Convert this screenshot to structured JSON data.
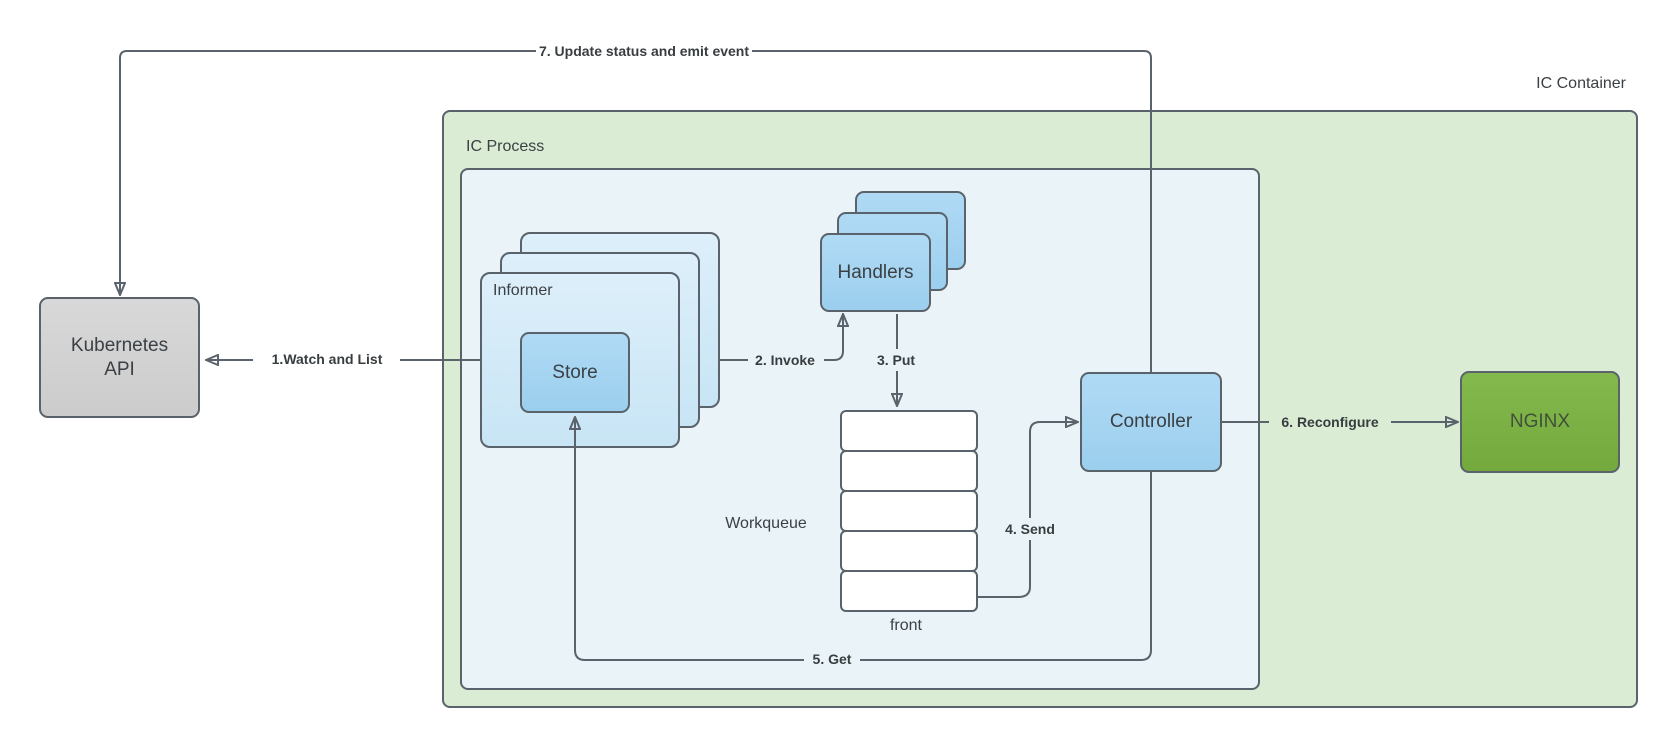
{
  "diagram": {
    "title_context": "Ingress Controller architecture",
    "nodes": {
      "kubernetes_api": {
        "label": "Kubernetes API"
      },
      "ic_container": {
        "label": "IC Container"
      },
      "ic_process": {
        "label": "IC Process"
      },
      "informer": {
        "label": "Informer",
        "stacked_copies": 3
      },
      "store": {
        "label": "Store"
      },
      "handlers": {
        "label": "Handlers",
        "stacked_copies": 3
      },
      "workqueue": {
        "label": "Workqueue",
        "front_label": "front",
        "slots": 5
      },
      "controller": {
        "label": "Controller"
      },
      "nginx": {
        "label": "NGINX"
      }
    },
    "arrows": [
      {
        "id": 1,
        "label": "1.Watch and List",
        "from": "Informer",
        "to": "Kubernetes API"
      },
      {
        "id": 2,
        "label": "2. Invoke",
        "from": "Informer",
        "to": "Handlers"
      },
      {
        "id": 3,
        "label": "3. Put",
        "from": "Handlers",
        "to": "Workqueue"
      },
      {
        "id": 4,
        "label": "4. Send",
        "from": "Workqueue",
        "to": "Controller"
      },
      {
        "id": 5,
        "label": "5. Get",
        "from": "Controller",
        "to": "Store"
      },
      {
        "id": 6,
        "label": "6. Reconfigure",
        "from": "Controller",
        "to": "NGINX"
      },
      {
        "id": 7,
        "label": "7. Update status and emit event",
        "from": "Controller",
        "to": "Kubernetes API"
      }
    ],
    "colors": {
      "container_fill": "#daecd3",
      "process_fill": "#eaf3f8",
      "informer_fill": "#cfe8f7",
      "blue_node_fill": "#a5d4f1",
      "nginx_fill": "#7bb244",
      "api_fill": "#d2d2d2",
      "stroke": "#5a626b",
      "text": "#3b4045"
    }
  }
}
